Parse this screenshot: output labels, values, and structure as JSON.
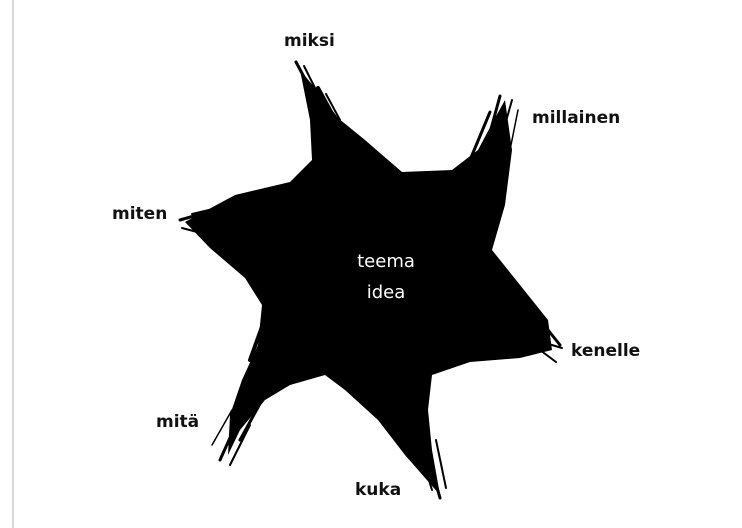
{
  "diagram": {
    "center": {
      "line1": "teema",
      "line2": "idea"
    },
    "points": {
      "top": "miksi",
      "upper_right": "millainen",
      "upper_left": "miten",
      "lower_right": "kenelle",
      "lower_left": "mitä",
      "bottom": "kuka"
    },
    "colors": {
      "star_fill": "#000000",
      "label_text": "#111111",
      "center_text": "#ffffff",
      "background": "#ffffff"
    }
  }
}
